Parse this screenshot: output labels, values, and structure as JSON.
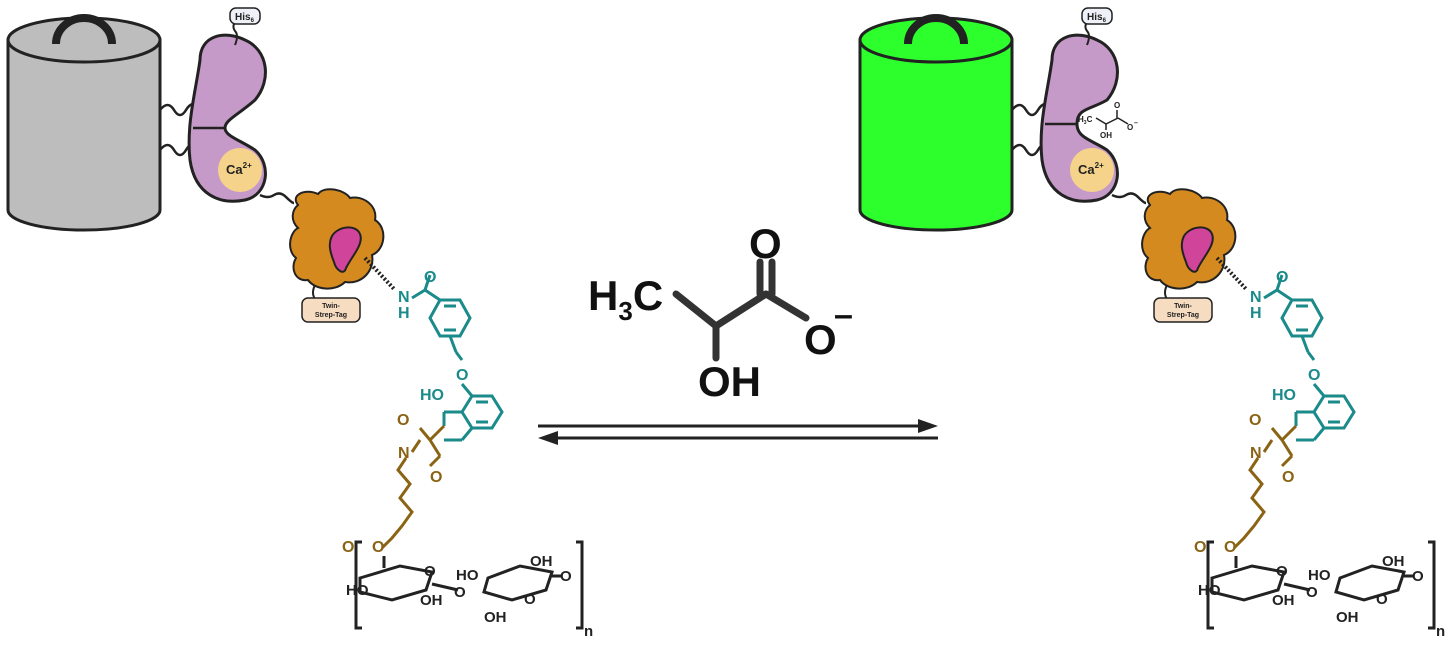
{
  "colors": {
    "apo_barrel": "#bdbdbd",
    "holo_barrel": "#2cff2c",
    "binding_protein": "#c69ac8",
    "calcium": "#f5d38a",
    "anchor_protein": "#d48a1e",
    "ligand_pocket": "#d0459a",
    "linker_teal": "#1a8a8a",
    "linker_gold": "#8a6414",
    "ink": "#222222"
  },
  "icons": {
    "sensor_barrel": "cylinder-icon",
    "handle": "handle-icon",
    "arrows": "equilibrium-arrows-icon"
  },
  "labels": {
    "his_tag": "His",
    "his_sub": "6",
    "calcium": "Ca",
    "calcium_sup": "2+",
    "twin_line1": "Twin-",
    "twin_line2": "Strep-Tag"
  },
  "lactate": {
    "h3c_h": "H",
    "h3c_sub": "3",
    "h3c_c": "C",
    "carbonyl_o": "O",
    "carboxylate_o": "O",
    "charge": "–",
    "hydroxyl": "OH"
  },
  "mini_lactate": {
    "h3c": "H",
    "h3c_sub": "3",
    "h3c_c": "C",
    "o": "O",
    "ominus": "O",
    "charge": "–",
    "oh": "OH"
  },
  "linker": {
    "amide_o": "O",
    "amide_n": "N",
    "amide_h": "H",
    "ether_o": "O",
    "ho": "HO",
    "imide_o1": "O",
    "imide_n": "N",
    "imide_o2": "O"
  },
  "polymer": {
    "ester_o1": "O",
    "ester_o2": "O",
    "ho1": "HO",
    "oh1": "OH",
    "o_ring1": "O",
    "glyco_o": "O",
    "ho2": "HO",
    "oh2": "OH",
    "oh3": "OH",
    "o_ring2": "O",
    "o_end": "O",
    "repeat": "n"
  }
}
